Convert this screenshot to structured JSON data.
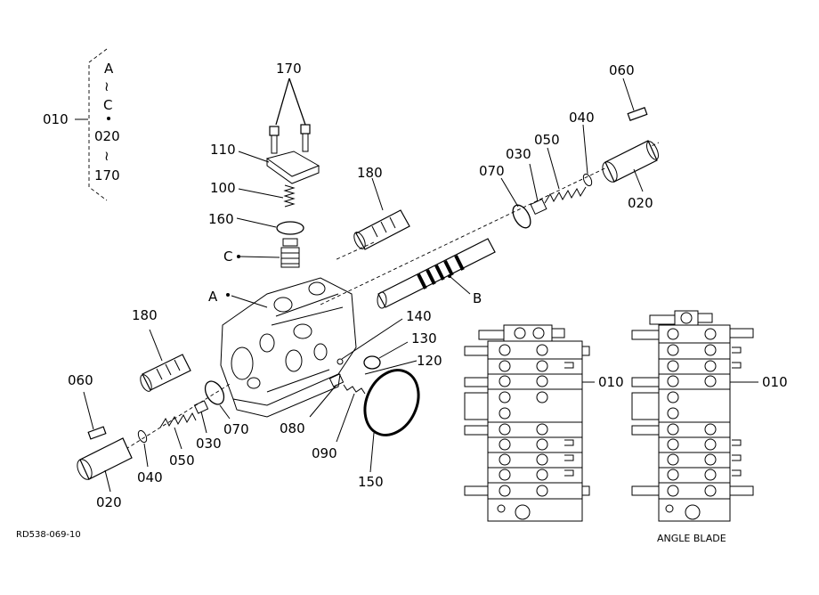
{
  "labels": {
    "l010_top": "010",
    "range_a": "A",
    "range_c": "C",
    "range_020": "020",
    "range_170": "170",
    "l170": "170",
    "l110": "110",
    "l100": "100",
    "l160": "160",
    "lC": "C",
    "lA": "A",
    "lB": "B",
    "l180_top": "180",
    "l060_top": "060",
    "l040_top": "040",
    "l050_top": "050",
    "l030_top": "030",
    "l070_top": "070",
    "l020_top": "020",
    "l180_left": "180",
    "l140": "140",
    "l130": "130",
    "l120": "120",
    "l060_left": "060",
    "l070_left": "070",
    "l030_left": "030",
    "l080": "080",
    "l090": "090",
    "l150": "150",
    "l050_left": "050",
    "l040_left": "040",
    "l020_left": "020",
    "l010_mid": "010",
    "l010_right": "010",
    "angle_blade": "ANGLE BLADE",
    "drawing_code": "RD538-069-10"
  },
  "symbols": {
    "tilde": "≀"
  }
}
